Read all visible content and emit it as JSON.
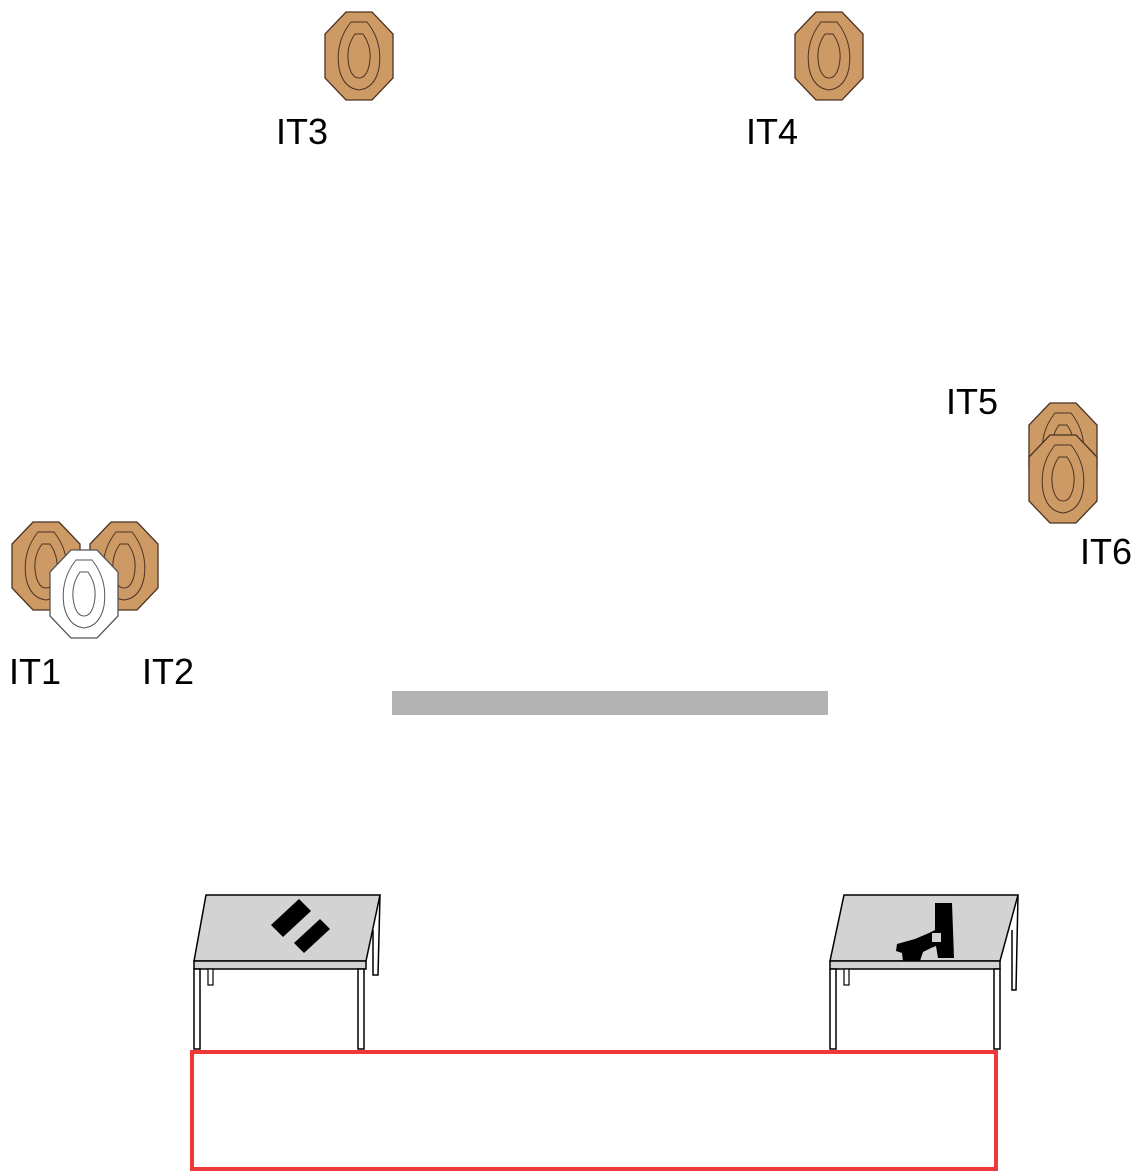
{
  "targets": [
    {
      "label": "IT1",
      "kind": "shoot",
      "color": "#cd9a66"
    },
    {
      "label": "IT2",
      "kind": "shoot",
      "color": "#cd9a66"
    },
    {
      "label": "IT3",
      "kind": "shoot",
      "color": "#cd9a66"
    },
    {
      "label": "IT4",
      "kind": "shoot",
      "color": "#cd9a66"
    },
    {
      "label": "IT5",
      "kind": "shoot",
      "color": "#cd9a66"
    },
    {
      "label": "IT6",
      "kind": "shoot",
      "color": "#cd9a66"
    }
  ],
  "no_shoot": {
    "kind": "no-shoot",
    "color": "#ffffff"
  },
  "colors": {
    "target_fill": "#cd9a66",
    "target_stroke": "#4a3220",
    "barrier": "#b3b3b3",
    "table_top": "#d3d3d3",
    "shooting_area": "#f03838",
    "item": "#000000"
  },
  "tables": [
    {
      "name": "left-table",
      "item": "magazines-icon"
    },
    {
      "name": "right-table",
      "item": "pistol-icon"
    }
  ]
}
